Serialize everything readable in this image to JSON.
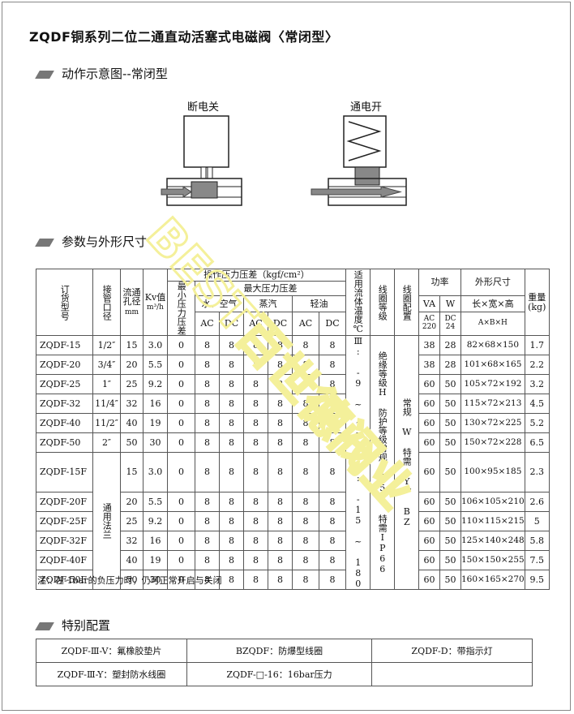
{
  "title": "ZQDF铜系列二位二通直动活塞式电磁阀〈常闭型〉",
  "section1": "动作示意图--常闭型",
  "diagram": {
    "off_label": "断电关",
    "on_label": "通电开"
  },
  "section2": "参数与外形尺寸",
  "table": {
    "h_model": "订货型号",
    "h_port": "接管口径",
    "h_bore": "流通孔径",
    "h_bore_unit": "mm",
    "h_kv": "Kv值",
    "h_kv_unit": "m³/h",
    "h_pressure": "操作压力压差（kgf/cm²）",
    "h_min": "最小压力压差",
    "h_max": "最大压力压差",
    "h_water": "水、空气",
    "h_steam": "蒸汽",
    "h_oil": "轻油",
    "h_ac": "AC",
    "h_dc": "DC",
    "h_temp": "适用流体温度℃",
    "h_grade": "线圈等级",
    "h_config": "线圈配置",
    "h_power": "功率",
    "h_va": "VA",
    "h_w": "W",
    "h_ac220": "AC 220",
    "h_dc24": "DC 24",
    "h_size": "外形尺寸",
    "h_size_sub": "长×宽×高",
    "h_size_abh": "A×B×H",
    "h_weight": "重量(kg)",
    "flange": "通用法兰",
    "temp_text": "Ⅲ: -9 ~ 150  Ⅳ: -15 ~ 180",
    "grade_text": "绝缘等级H 防护等级常规IP54 特需IP66",
    "config_text": "常规 W 特需 Y、 BZ",
    "rows": [
      {
        "model": "ZQDF-15",
        "port": "1/2″",
        "bore": "15",
        "kv": "3.0",
        "min": "0",
        "wac": "8",
        "wdc": "8",
        "sac": "8",
        "sdc": "8",
        "oac": "8",
        "odc": "8",
        "va": "38",
        "w": "28",
        "size": "82×68×150",
        "wt": "1.7"
      },
      {
        "model": "ZQDF-20",
        "port": "3/4″",
        "bore": "20",
        "kv": "5.5",
        "min": "0",
        "wac": "8",
        "wdc": "8",
        "sac": "8",
        "sdc": "8",
        "oac": "8",
        "odc": "8",
        "va": "38",
        "w": "28",
        "size": "101×68×165",
        "wt": "2.2"
      },
      {
        "model": "ZQDF-25",
        "port": "1″",
        "bore": "25",
        "kv": "9.2",
        "min": "0",
        "wac": "8",
        "wdc": "8",
        "sac": "8",
        "sdc": "8",
        "oac": "8",
        "odc": "8",
        "va": "60",
        "w": "50",
        "size": "105×72×192",
        "wt": "3.2"
      },
      {
        "model": "ZQDF-32",
        "port": "11/4″",
        "bore": "32",
        "kv": "16",
        "min": "0",
        "wac": "8",
        "wdc": "8",
        "sac": "8",
        "sdc": "8",
        "oac": "8",
        "odc": "8",
        "va": "60",
        "w": "50",
        "size": "115×72×213",
        "wt": "4.5"
      },
      {
        "model": "ZQDF-40",
        "port": "11/2″",
        "bore": "40",
        "kv": "19",
        "min": "0",
        "wac": "8",
        "wdc": "8",
        "sac": "8",
        "sdc": "8",
        "oac": "8",
        "odc": "8",
        "va": "60",
        "w": "50",
        "size": "130×72×225",
        "wt": "5.2"
      },
      {
        "model": "ZQDF-50",
        "port": "2″",
        "bore": "50",
        "kv": "30",
        "min": "0",
        "wac": "8",
        "wdc": "8",
        "sac": "8",
        "sdc": "8",
        "oac": "8",
        "odc": "8",
        "va": "60",
        "w": "50",
        "size": "150×72×228",
        "wt": "6.5"
      },
      {
        "model": "ZQDF-15F",
        "port": "",
        "bore": "15",
        "kv": "3.0",
        "min": "0",
        "wac": "8",
        "wdc": "8",
        "sac": "8",
        "sdc": "8",
        "oac": "8",
        "odc": "8",
        "va": "60",
        "w": "50",
        "size": "100×95×185",
        "wt": "2.3"
      },
      {
        "model": "ZQDF-20F",
        "port": "",
        "bore": "20",
        "kv": "5.5",
        "min": "0",
        "wac": "8",
        "wdc": "8",
        "sac": "8",
        "sdc": "8",
        "oac": "8",
        "odc": "8",
        "va": "60",
        "w": "50",
        "size": "106×105×210",
        "wt": "2.6"
      },
      {
        "model": "ZQDF-25F",
        "port": "",
        "bore": "25",
        "kv": "9.2",
        "min": "0",
        "wac": "8",
        "wdc": "8",
        "sac": "8",
        "sdc": "8",
        "oac": "8",
        "odc": "8",
        "va": "60",
        "w": "50",
        "size": "110×115×215",
        "wt": "5"
      },
      {
        "model": "ZQDF-32F",
        "port": "",
        "bore": "32",
        "kv": "16",
        "min": "0",
        "wac": "8",
        "wdc": "8",
        "sac": "8",
        "sdc": "8",
        "oac": "8",
        "odc": "8",
        "va": "60",
        "w": "50",
        "size": "125×140×248",
        "wt": "5.8"
      },
      {
        "model": "ZQDF-40F",
        "port": "",
        "bore": "40",
        "kv": "19",
        "min": "0",
        "wac": "8",
        "wdc": "8",
        "sac": "8",
        "sdc": "8",
        "oac": "8",
        "odc": "8",
        "va": "60",
        "w": "50",
        "size": "150×150×255",
        "wt": "7.5"
      },
      {
        "model": "ZQDF-50F",
        "port": "",
        "bore": "50",
        "kv": "30",
        "min": "0",
        "wac": "8",
        "wdc": "8",
        "sac": "8",
        "sdc": "8",
        "oac": "8",
        "odc": "8",
        "va": "60",
        "w": "50",
        "size": "160×165×270",
        "wt": "9.5"
      }
    ]
  },
  "note": "注：在-1bar的负压力时，仍可正常开启与关闭",
  "section3": "特别配置",
  "config": {
    "c1": "ZQDF-Ⅲ-V：氟橡胶垫片",
    "c2": "BZQDF：防爆型线圈",
    "c3": "ZQDF-D：带指示灯",
    "c4": "ZQDF-Ⅲ-Y：塑封防水线圈",
    "c5": "ZQDF-□-16：16bar压力"
  },
  "watermark": "BEST百世德阀业",
  "colors": {
    "watermark": "#f4f09a",
    "section_bar": "#777777",
    "valve_body": "#888888"
  }
}
